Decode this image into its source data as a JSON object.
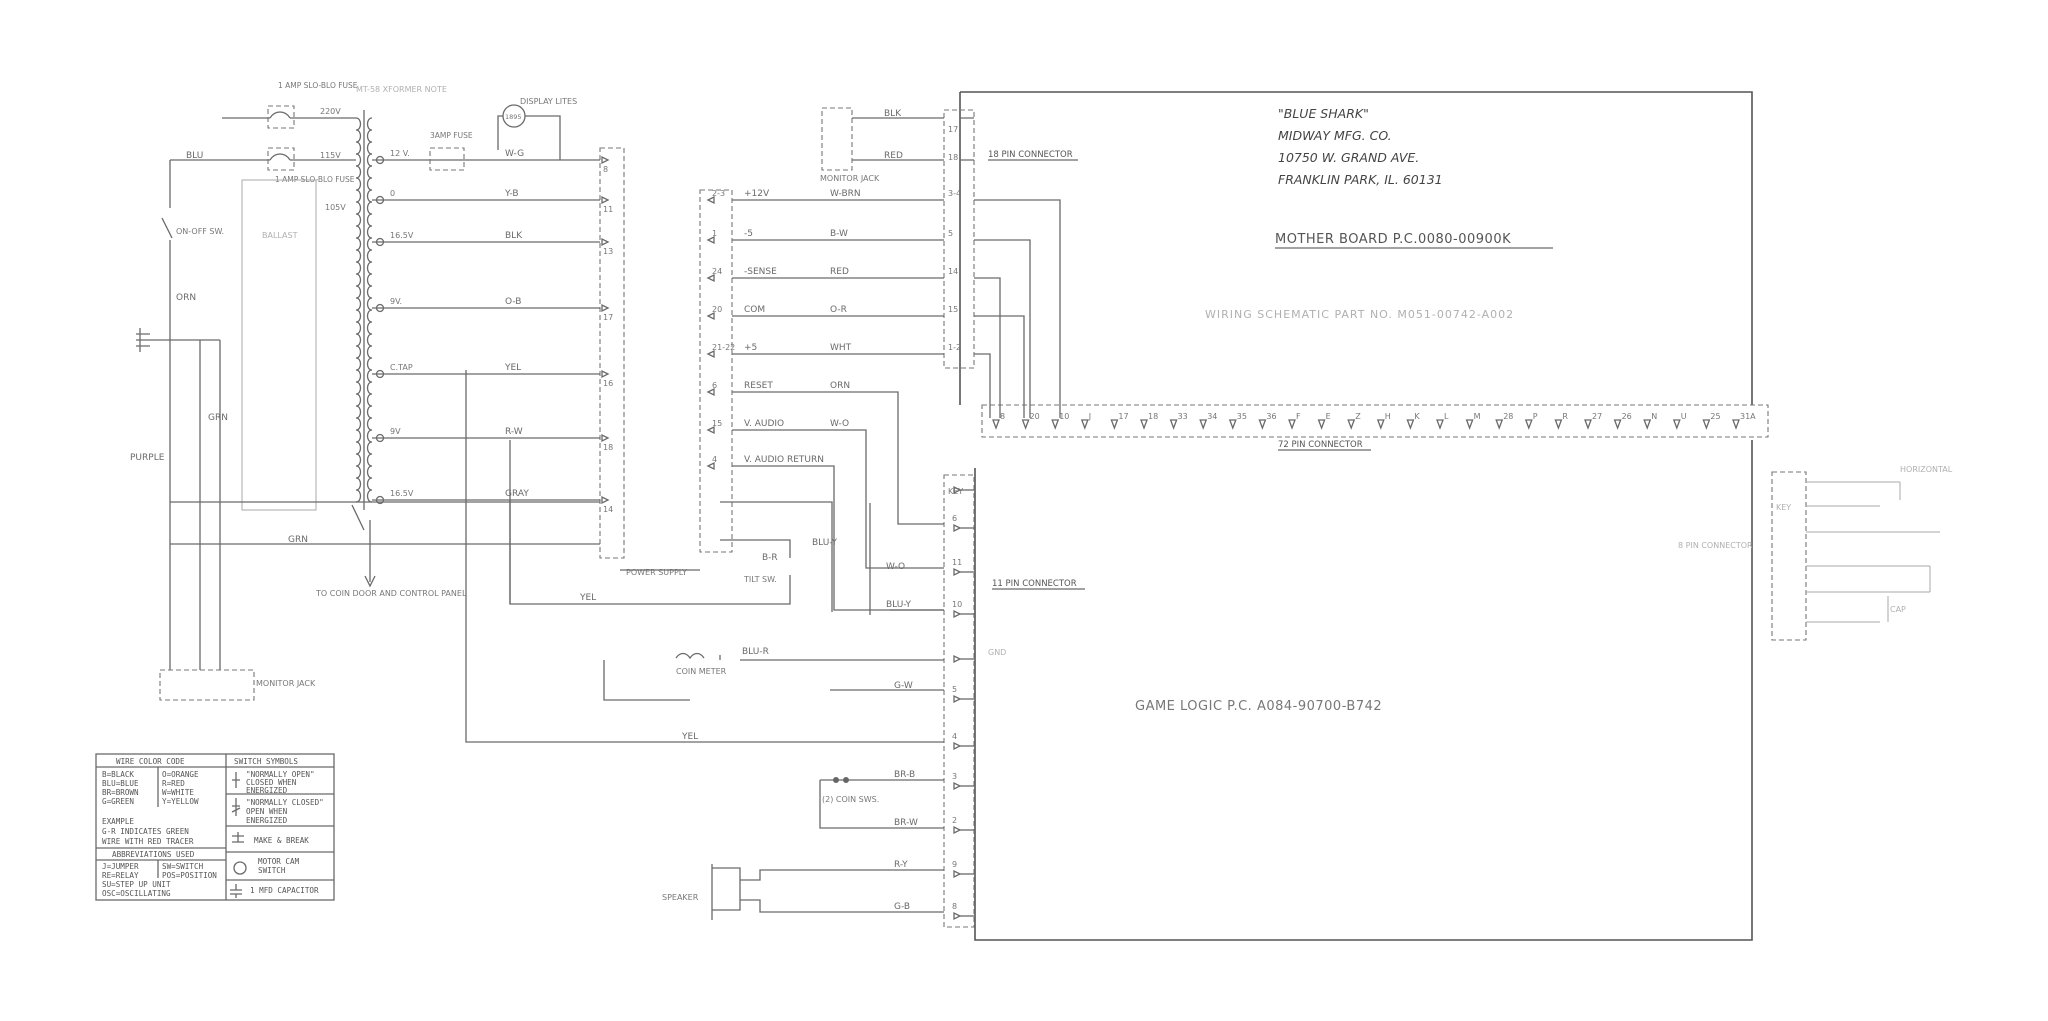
{
  "title_block": {
    "game": "\"BLUE SHARK\"",
    "company": "MIDWAY MFG. CO.",
    "address": "10750 W. GRAND AVE.",
    "city": "FRANKLIN PARK, IL. 60131",
    "mother_board": "MOTHER BOARD P.C.0080-00900K",
    "wiring_schematic": "WIRING SCHEMATIC PART NO. M051-00742-A002",
    "game_logic": "GAME LOGIC P.C. A084-90700-B742"
  },
  "connectors": {
    "pin18": "18 PIN CONNECTOR",
    "pin72": "72 PIN CONNECTOR",
    "pin11": "11 PIN CONNECTOR",
    "pin8": "8 PIN CONNECTOR",
    "monitor_jack": "MONITOR JACK",
    "key": "KEY"
  },
  "power_section": {
    "fuse1": "1 AMP SLO-BLO FUSE",
    "fuse2": "1 AMP SLO-BLO FUSE",
    "fuse3": "3AMP FUSE",
    "transformer": "MT-58 XFORMER NOTE",
    "display_lites": "DISPLAY LITES",
    "lamp": "1895",
    "v220": "220V",
    "v115": "115V",
    "v105": "105V",
    "on_off": "ON-OFF SW.",
    "ballast": "BALLAST",
    "power_supply": "POWER SUPPLY",
    "tilt": "TILT SW.",
    "coin_meter": "COIN METER",
    "coin_door": "TO COIN DOOR AND CONTROL PANEL",
    "monitor_jack_lower": "MONITOR JACK",
    "coin_sws": "(2) COIN SWS.",
    "speaker": "SPEAKER",
    "gnd": "GND"
  },
  "taps": [
    {
      "v": "12 V.",
      "wire": "W-G",
      "pin": "8"
    },
    {
      "v": "0",
      "wire": "Y-B",
      "pin": "11"
    },
    {
      "v": "16.5V",
      "wire": "BLK",
      "pin": "13"
    },
    {
      "v": "9V.",
      "wire": "O-B",
      "pin": "17"
    },
    {
      "v": "C.TAP",
      "wire": "YEL",
      "pin": "16"
    },
    {
      "v": "9V",
      "wire": "R-W",
      "pin": "18"
    },
    {
      "v": "16.5V",
      "wire": "GRAY",
      "pin": "14"
    }
  ],
  "supply_rows": [
    {
      "pin": "2-3",
      "sig": "+12V",
      "wire": "W-BRN",
      "mb": "3-4"
    },
    {
      "pin": "1",
      "sig": "-5",
      "wire": "B-W",
      "mb": "5"
    },
    {
      "pin": "24",
      "sig": "-SENSE",
      "wire": "RED",
      "mb": "14"
    },
    {
      "pin": "20",
      "sig": "COM",
      "wire": "O-R",
      "mb": "15"
    },
    {
      "pin": "21-22",
      "sig": "+5",
      "wire": "WHT",
      "mb": "1-2"
    },
    {
      "pin": "6",
      "sig": "RESET",
      "wire": "ORN",
      "mb": ""
    },
    {
      "pin": "15",
      "sig": "V. AUDIO",
      "wire": "W-O",
      "mb": ""
    },
    {
      "pin": "4",
      "sig": "V. AUDIO RETURN",
      "wire": "",
      "mb": ""
    }
  ],
  "wires_misc": {
    "blk": "BLK",
    "red": "RED",
    "blu": "BLU",
    "orn": "ORN",
    "grn": "GRN",
    "purple": "PURPLE",
    "grn2": "GRN",
    "yel": "YEL",
    "yel2": "YEL",
    "blu_y": "BLU-Y",
    "blu_r": "BLU-R",
    "w_o": "W-O",
    "blu_y2": "BLU-Y",
    "g_w": "G-W",
    "br_b": "BR-B",
    "br_w": "BR-W",
    "r_y": "R-Y",
    "g_b": "G-B",
    "b_r": "B-R"
  },
  "logic_pins": [
    "KEY",
    "6",
    "11",
    "10",
    "",
    "5",
    "4",
    "3",
    "2",
    "9",
    "8"
  ],
  "mb72_pins": [
    "8",
    "20",
    "10",
    "J",
    "17",
    "18",
    "33",
    "34",
    "35",
    "36",
    "F",
    "E",
    "Z",
    "H",
    "K",
    "L",
    "M",
    "28",
    "P",
    "R",
    "27",
    "26",
    "N",
    "U",
    "25",
    "31A"
  ],
  "legend": {
    "wire_color_code": "WIRE COLOR CODE",
    "switch_symbols": "SWITCH SYMBOLS",
    "colors_left": [
      "B=BLACK",
      "BLU=BLUE",
      "BR=BROWN",
      "G=GREEN"
    ],
    "colors_right": [
      "O=ORANGE",
      "R=RED",
      "W=WHITE",
      "Y=YELLOW"
    ],
    "example": "EXAMPLE",
    "example_text": [
      "G-R INDICATES GREEN",
      "WIRE WITH RED TRACER"
    ],
    "abbreviations": "ABBREVIATIONS USED",
    "abbr_left": [
      "J=JUMPER",
      "RE=RELAY",
      "SU=STEP UP UNIT",
      "OSC=OSCILLATING"
    ],
    "abbr_right": [
      "SW=SWITCH",
      "POS=POSITION"
    ],
    "sw_no": [
      "\"NORMALLY OPEN\"",
      "CLOSED WHEN",
      "ENERGIZED"
    ],
    "sw_nc": [
      "\"NORMALLY CLOSED\"",
      "OPEN WHEN",
      "ENERGIZED"
    ],
    "make_break": "MAKE & BREAK",
    "motor_cam": [
      "MOTOR CAM",
      "SWITCH"
    ],
    "capacitor": "1 MFD CAPACITOR"
  }
}
